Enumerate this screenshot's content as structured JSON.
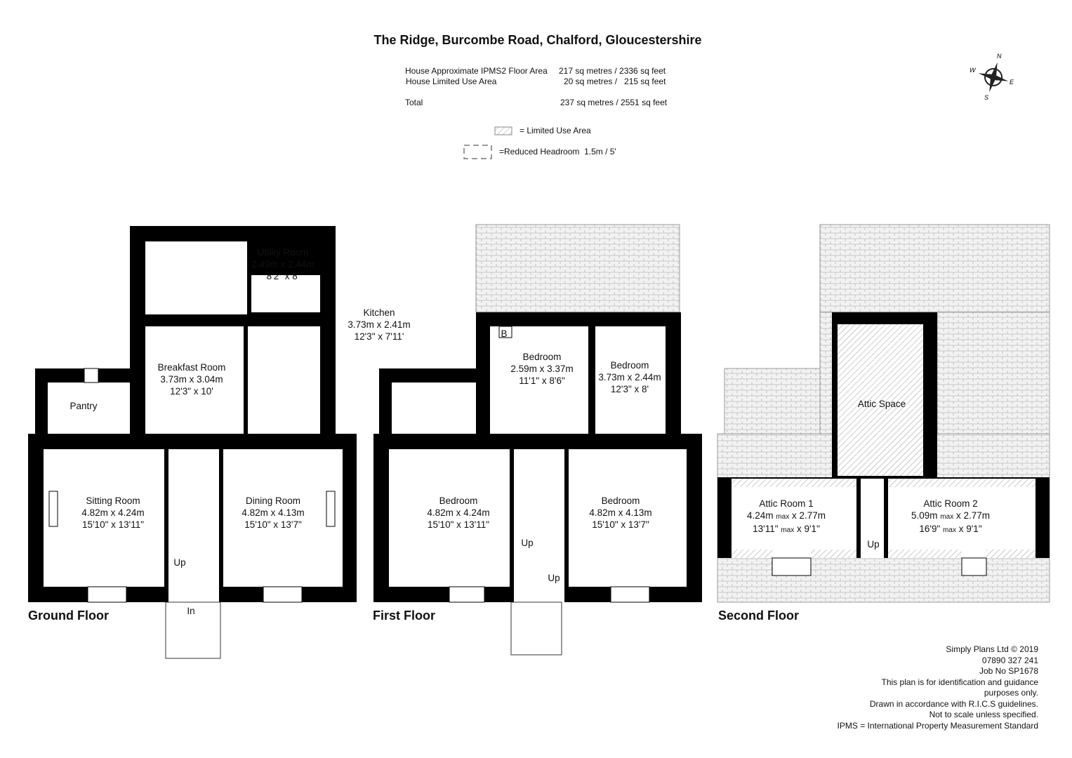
{
  "title": "The Ridge, Burcombe Road, Chalford, Gloucestershire",
  "areas": [
    {
      "label": "House Approximate IPMS2 Floor Area",
      "value": "217 sq metres / 2336 sq feet"
    },
    {
      "label": "House Limited Use Area",
      "value": "20 sq metres /   215 sq feet"
    },
    {
      "label": "Total",
      "value": "237 sq metres / 2551 sq feet"
    }
  ],
  "legend": {
    "limited_use": "= Limited Use Area",
    "reduced_headroom": "=Reduced Headroom  1.5m / 5'"
  },
  "compass": {
    "n": "N",
    "e": "E",
    "s": "S",
    "w": "W"
  },
  "floors": {
    "ground": "Ground Floor",
    "first": "First Floor",
    "second": "Second Floor"
  },
  "rooms": [
    {
      "name": "Utility Room",
      "metric": "2.49m x 2.44m",
      "imperial": "8'2\" x 8'"
    },
    {
      "name": "Kitchen",
      "metric": "3.73m x 2.41m",
      "imperial": "12'3\" x 7'11'"
    },
    {
      "name": "Breakfast Room",
      "metric": "3.73m x 3.04m",
      "imperial": "12'3\" x 10'"
    },
    {
      "name": "Pantry"
    },
    {
      "name": "Sitting Room",
      "metric": "4.82m x 4.24m",
      "imperial": "15'10\" x 13'11\""
    },
    {
      "name": "Dining Room",
      "metric": "4.82m x 4.13m",
      "imperial": "15'10\" x 13'7\""
    },
    {
      "name": "Bedroom",
      "metric": "2.59m x 3.37m",
      "imperial": "11'1\" x 8'6\""
    },
    {
      "name": "Bedroom",
      "metric": "3.73m x 2.44m",
      "imperial": "12'3\" x 8'"
    },
    {
      "name": "Bedroom",
      "metric": "4.82m x 4.24m",
      "imperial": "15'10\" x 13'11\""
    },
    {
      "name": "Bedroom",
      "metric": "4.82m x 4.13m",
      "imperial": "15'10\" x 13'7\""
    },
    {
      "name": "Attic Space"
    },
    {
      "name": "Attic Room 1",
      "metric": [
        "4.24m",
        "max",
        "x 2.77m"
      ],
      "imperial": [
        "13'11\"",
        "max",
        " x 9'1\""
      ]
    },
    {
      "name": "Attic Room 2",
      "metric": [
        "5.09m",
        "max",
        "x 2.77m"
      ],
      "imperial": [
        "16'9\"",
        "max",
        " x 9'1\""
      ]
    }
  ],
  "markers": [
    {
      "text": "Up"
    },
    {
      "text": "In"
    },
    {
      "text": "Up"
    },
    {
      "text": "Up"
    },
    {
      "text": "Up"
    },
    {
      "text": "B"
    }
  ],
  "footer": [
    "Simply Plans Ltd © 2019",
    "07890 327 241",
    "Job No SP1678",
    "This plan is for identification and guidance",
    "purposes only.",
    "Drawn in accordance with R.I.C.S guidelines.",
    "Not to scale unless specified.",
    "IPMS = International Property Measurement Standard"
  ]
}
